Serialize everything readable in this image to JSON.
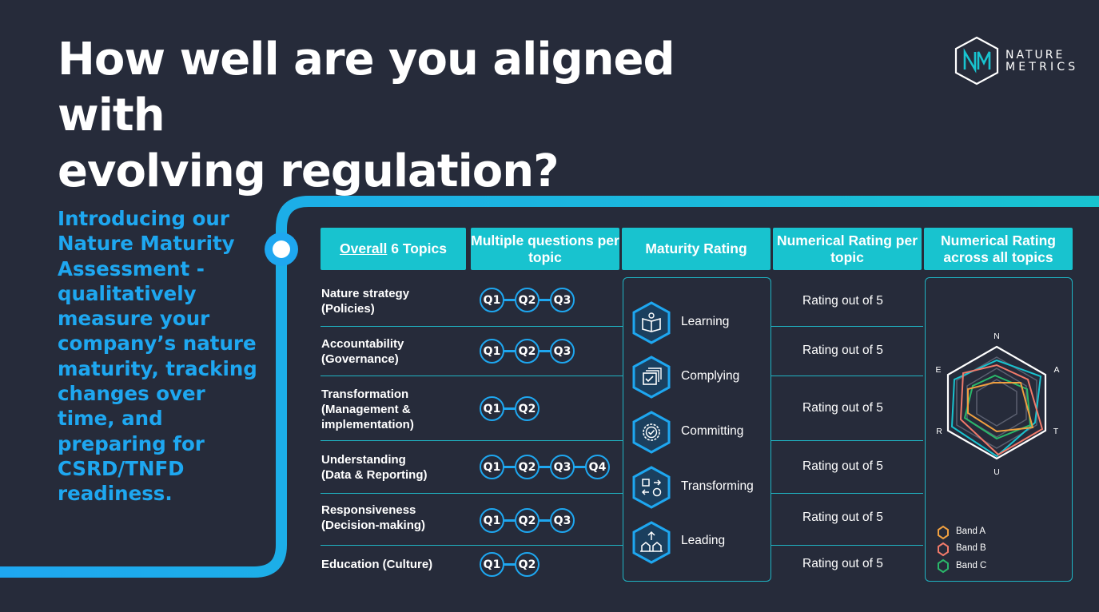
{
  "title_line1": "How well are you aligned with",
  "title_line2": "evolving regulation?",
  "logo": {
    "line1": "NATURE",
    "line2": "METRICS",
    "mark": "NM"
  },
  "intro": "Introducing our Nature Maturity Assessment - qualitatively measure your company’s nature maturity, tracking changes over time, and preparing for CSRD/TNFD readiness.",
  "headers": {
    "topics_underline": "Overall",
    "topics_rest": " 6 Topics",
    "questions": "Multiple questions per topic",
    "maturity": "Maturity Rating",
    "rating_topic": "Numerical Rating per topic",
    "rating_all": "Numerical Rating across all topics"
  },
  "topics": [
    {
      "line1": "Nature strategy",
      "line2": "(Policies)",
      "line3": "",
      "questions": [
        "Q1",
        "Q2",
        "Q3"
      ],
      "rating": "Rating out of 5"
    },
    {
      "line1": "Accountability",
      "line2": "(Governance)",
      "line3": "",
      "questions": [
        "Q1",
        "Q2",
        "Q3"
      ],
      "rating": "Rating out of 5"
    },
    {
      "line1": "Transformation",
      "line2": "(Management &",
      "line3": "implementation)",
      "questions": [
        "Q1",
        "Q2"
      ],
      "rating": "Rating out of 5"
    },
    {
      "line1": "Understanding",
      "line2": "(Data & Reporting)",
      "line3": "",
      "questions": [
        "Q1",
        "Q2",
        "Q3",
        "Q4"
      ],
      "rating": "Rating out of 5"
    },
    {
      "line1": "Responsiveness",
      "line2": "(Decision-making)",
      "line3": "",
      "questions": [
        "Q1",
        "Q2",
        "Q3"
      ],
      "rating": "Rating out of 5"
    },
    {
      "line1": "Education (Culture)",
      "line2": "",
      "line3": "",
      "questions": [
        "Q1",
        "Q2"
      ],
      "rating": "Rating out of 5"
    }
  ],
  "maturity_levels": [
    {
      "label": "Learning",
      "icon": "book-icon"
    },
    {
      "label": "Complying",
      "icon": "checklist-icon"
    },
    {
      "label": "Committing",
      "icon": "badge-check-icon"
    },
    {
      "label": "Transforming",
      "icon": "transform-icon"
    },
    {
      "label": "Leading",
      "icon": "leading-icon"
    }
  ],
  "radar": {
    "axes": [
      "N",
      "A",
      "T",
      "U",
      "R",
      "E"
    ],
    "bands": [
      {
        "name": "Band A",
        "color": "#f0a040"
      },
      {
        "name": "Band B",
        "color": "#f07a6a"
      },
      {
        "name": "Band C",
        "color": "#2ab86a"
      }
    ]
  },
  "colors": {
    "accent": "#18c3cf",
    "blue": "#1ea7f0",
    "background": "#262b3a"
  }
}
